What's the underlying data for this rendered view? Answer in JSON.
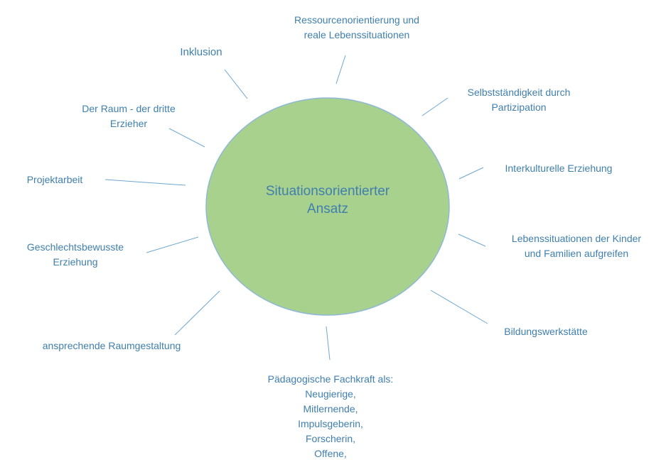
{
  "center": {
    "line1": "Situationsorientierter",
    "line2": "Ansatz",
    "fill": "#a9d18e",
    "stroke": "#8fb8d8"
  },
  "text_color": "#3f7fae",
  "line_color": "#6fa7d2",
  "labels": {
    "ressourcen": [
      "Ressourcenorientierung und",
      "reale Lebenssituationen"
    ],
    "inklusion": [
      "Inklusion"
    ],
    "raum": [
      "Der Raum - der dritte",
      "Erzieher"
    ],
    "selbst": [
      "Selbstständigkeit durch",
      "Partizipation"
    ],
    "interkulturell": [
      "Interkulturelle Erziehung"
    ],
    "projekt": [
      "Projektarbeit"
    ],
    "lebens": [
      "Lebenssituationen der Kinder",
      "und Familien aufgreifen"
    ],
    "geschlecht": [
      "Geschlechtsbewusste",
      "Erziehung"
    ],
    "bildung": [
      "Bildungswerkstätte"
    ],
    "raumgestaltung": [
      "ansprechende Raumgestaltung"
    ],
    "fachkraft": [
      "Pädagogische Fachkraft als:",
      "Neugierige,",
      "Mitlernende,",
      "Impulsgeberin,",
      "Forscherin,",
      "Offene,"
    ]
  }
}
